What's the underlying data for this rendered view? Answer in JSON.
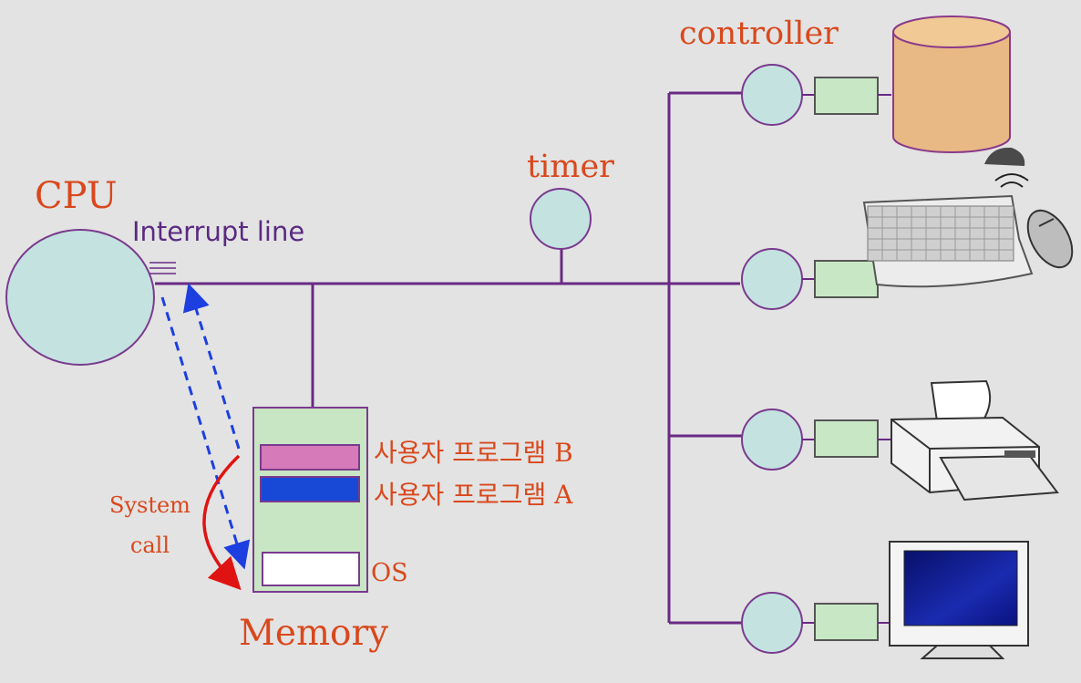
{
  "labels": {
    "cpu": "CPU",
    "interrupt_line": "Interrupt line",
    "timer": "timer",
    "controller": "controller",
    "user_program_b": "사용자 프로그램 B",
    "user_program_a": "사용자 프로그램 A",
    "os": "OS",
    "memory": "Memory",
    "system_call_line1": "System",
    "system_call_line2": "call"
  },
  "colors": {
    "bus": "#6a2a84",
    "label_red": "#d9481c",
    "interrupt_text": "#5a2a82",
    "node_fill": "#c4e2e0",
    "node_stroke": "#7a3a8e",
    "memory_fill": "#c9e6c4",
    "program_b": "#d77ab9",
    "program_a": "#1749d6",
    "controller_box": "#c8e8c5",
    "disk": "#e8b985",
    "arrow_blue": "#1d3fe0",
    "arrow_red": "#e01313"
  },
  "devices": [
    "disk",
    "keyboard-mouse",
    "printer",
    "monitor"
  ]
}
